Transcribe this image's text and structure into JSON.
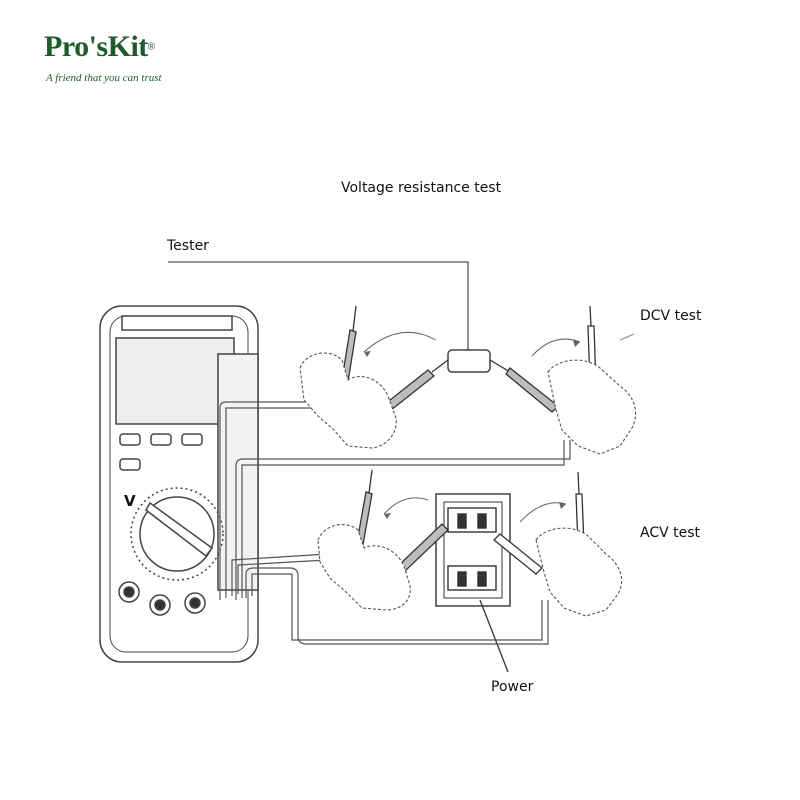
{
  "logo": {
    "brand": "Pro'sKit",
    "registered": "®",
    "tagline": "A friend that you can trust",
    "color": "#1f5b2c"
  },
  "diagram": {
    "title": "Voltage resistance test",
    "labels": {
      "tester": "Tester",
      "dcv": "DCV test",
      "acv": "ACV test",
      "power": "Power"
    },
    "meter": {
      "range_symbol": "V"
    }
  }
}
